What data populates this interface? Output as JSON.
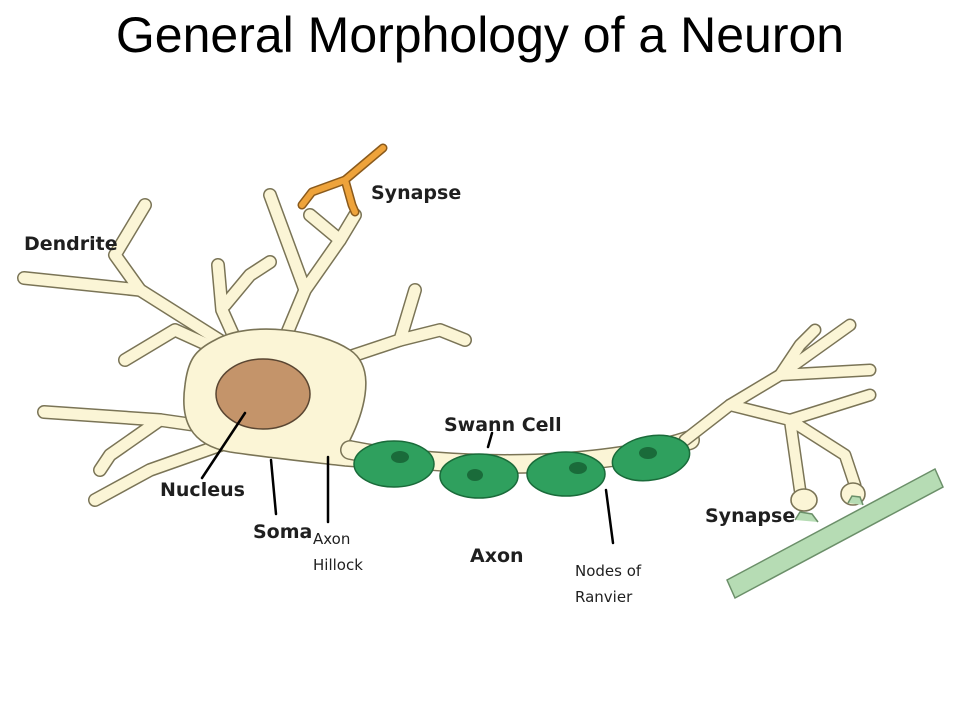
{
  "title": "General Morphology of a Neuron",
  "labels": {
    "dendrite": "Dendrite",
    "synapse_top": "Synapse",
    "swann_cell": "Swann Cell",
    "nucleus": "Nucleus",
    "soma": "Soma",
    "axon_hillock": [
      "Axon",
      "Hillock"
    ],
    "axon": "Axon",
    "nodes_of_ranvier": [
      "Nodes of",
      "Ranvier"
    ],
    "synapse_bottom": "Synapse"
  },
  "colors": {
    "cell_body": "#fbf5d6",
    "cell_outline": "#7a7456",
    "nucleus": "#c4946a",
    "myelin": "#2fa05e",
    "myelin_dark": "#1a6b3a",
    "presynaptic": "#eea33b",
    "target_cell": "#b6dcb4",
    "leader_line": "#000000"
  }
}
